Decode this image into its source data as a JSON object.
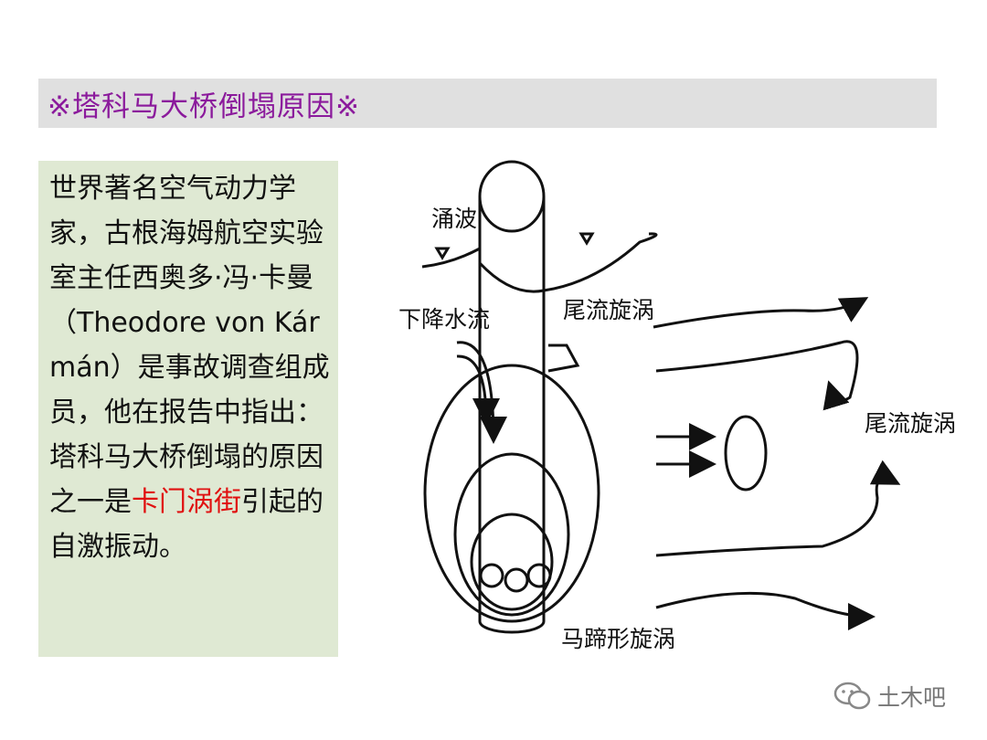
{
  "title": "※塔科马大桥倒塌原因※",
  "body": {
    "text_before": "世界著名空气动力学家，古根海姆航空实验室主任西奥多·冯·卡曼（Theodore von Kármán）是事故调查组成员，他在报告中指出：塔科马大桥倒塌的原因之一是",
    "highlight": "卡门涡街",
    "text_after": "引起的自激振动。",
    "highlight_color": "#e01010"
  },
  "diagram": {
    "labels": {
      "surge": "涌波",
      "downflow": "下降水流",
      "wake_vortex_left": "尾流旋涡",
      "wake_vortex_right": "尾流旋涡",
      "horseshoe_vortex": "马蹄形旋涡"
    }
  },
  "watermark": {
    "text": "土木吧",
    "icon": "wechat-icon"
  },
  "colors": {
    "title": "#8b1a9c",
    "title_bg": "#e0e0e0",
    "text_box_bg": "#dfe9d3"
  }
}
